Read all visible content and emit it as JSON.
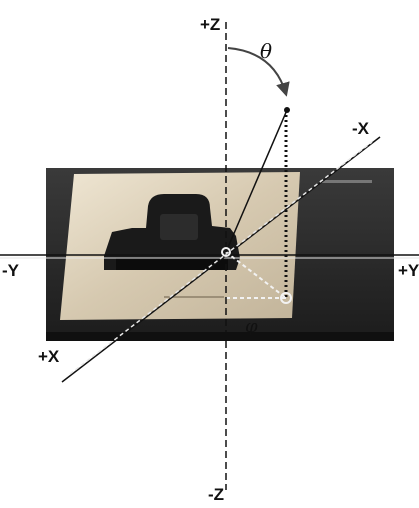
{
  "axes": {
    "z_pos": "+Z",
    "z_neg": "-Z",
    "x_pos": "+X",
    "x_neg": "-X",
    "y_pos": "+Y",
    "y_neg": "-Y"
  },
  "angles": {
    "theta": "θ",
    "phi": "φ"
  },
  "colors": {
    "base_dark": "#2a2a2a",
    "plate": "#d9cdb6",
    "device": "#1d1d1d",
    "line": "#111111",
    "dashed": "#f2f2f2"
  }
}
